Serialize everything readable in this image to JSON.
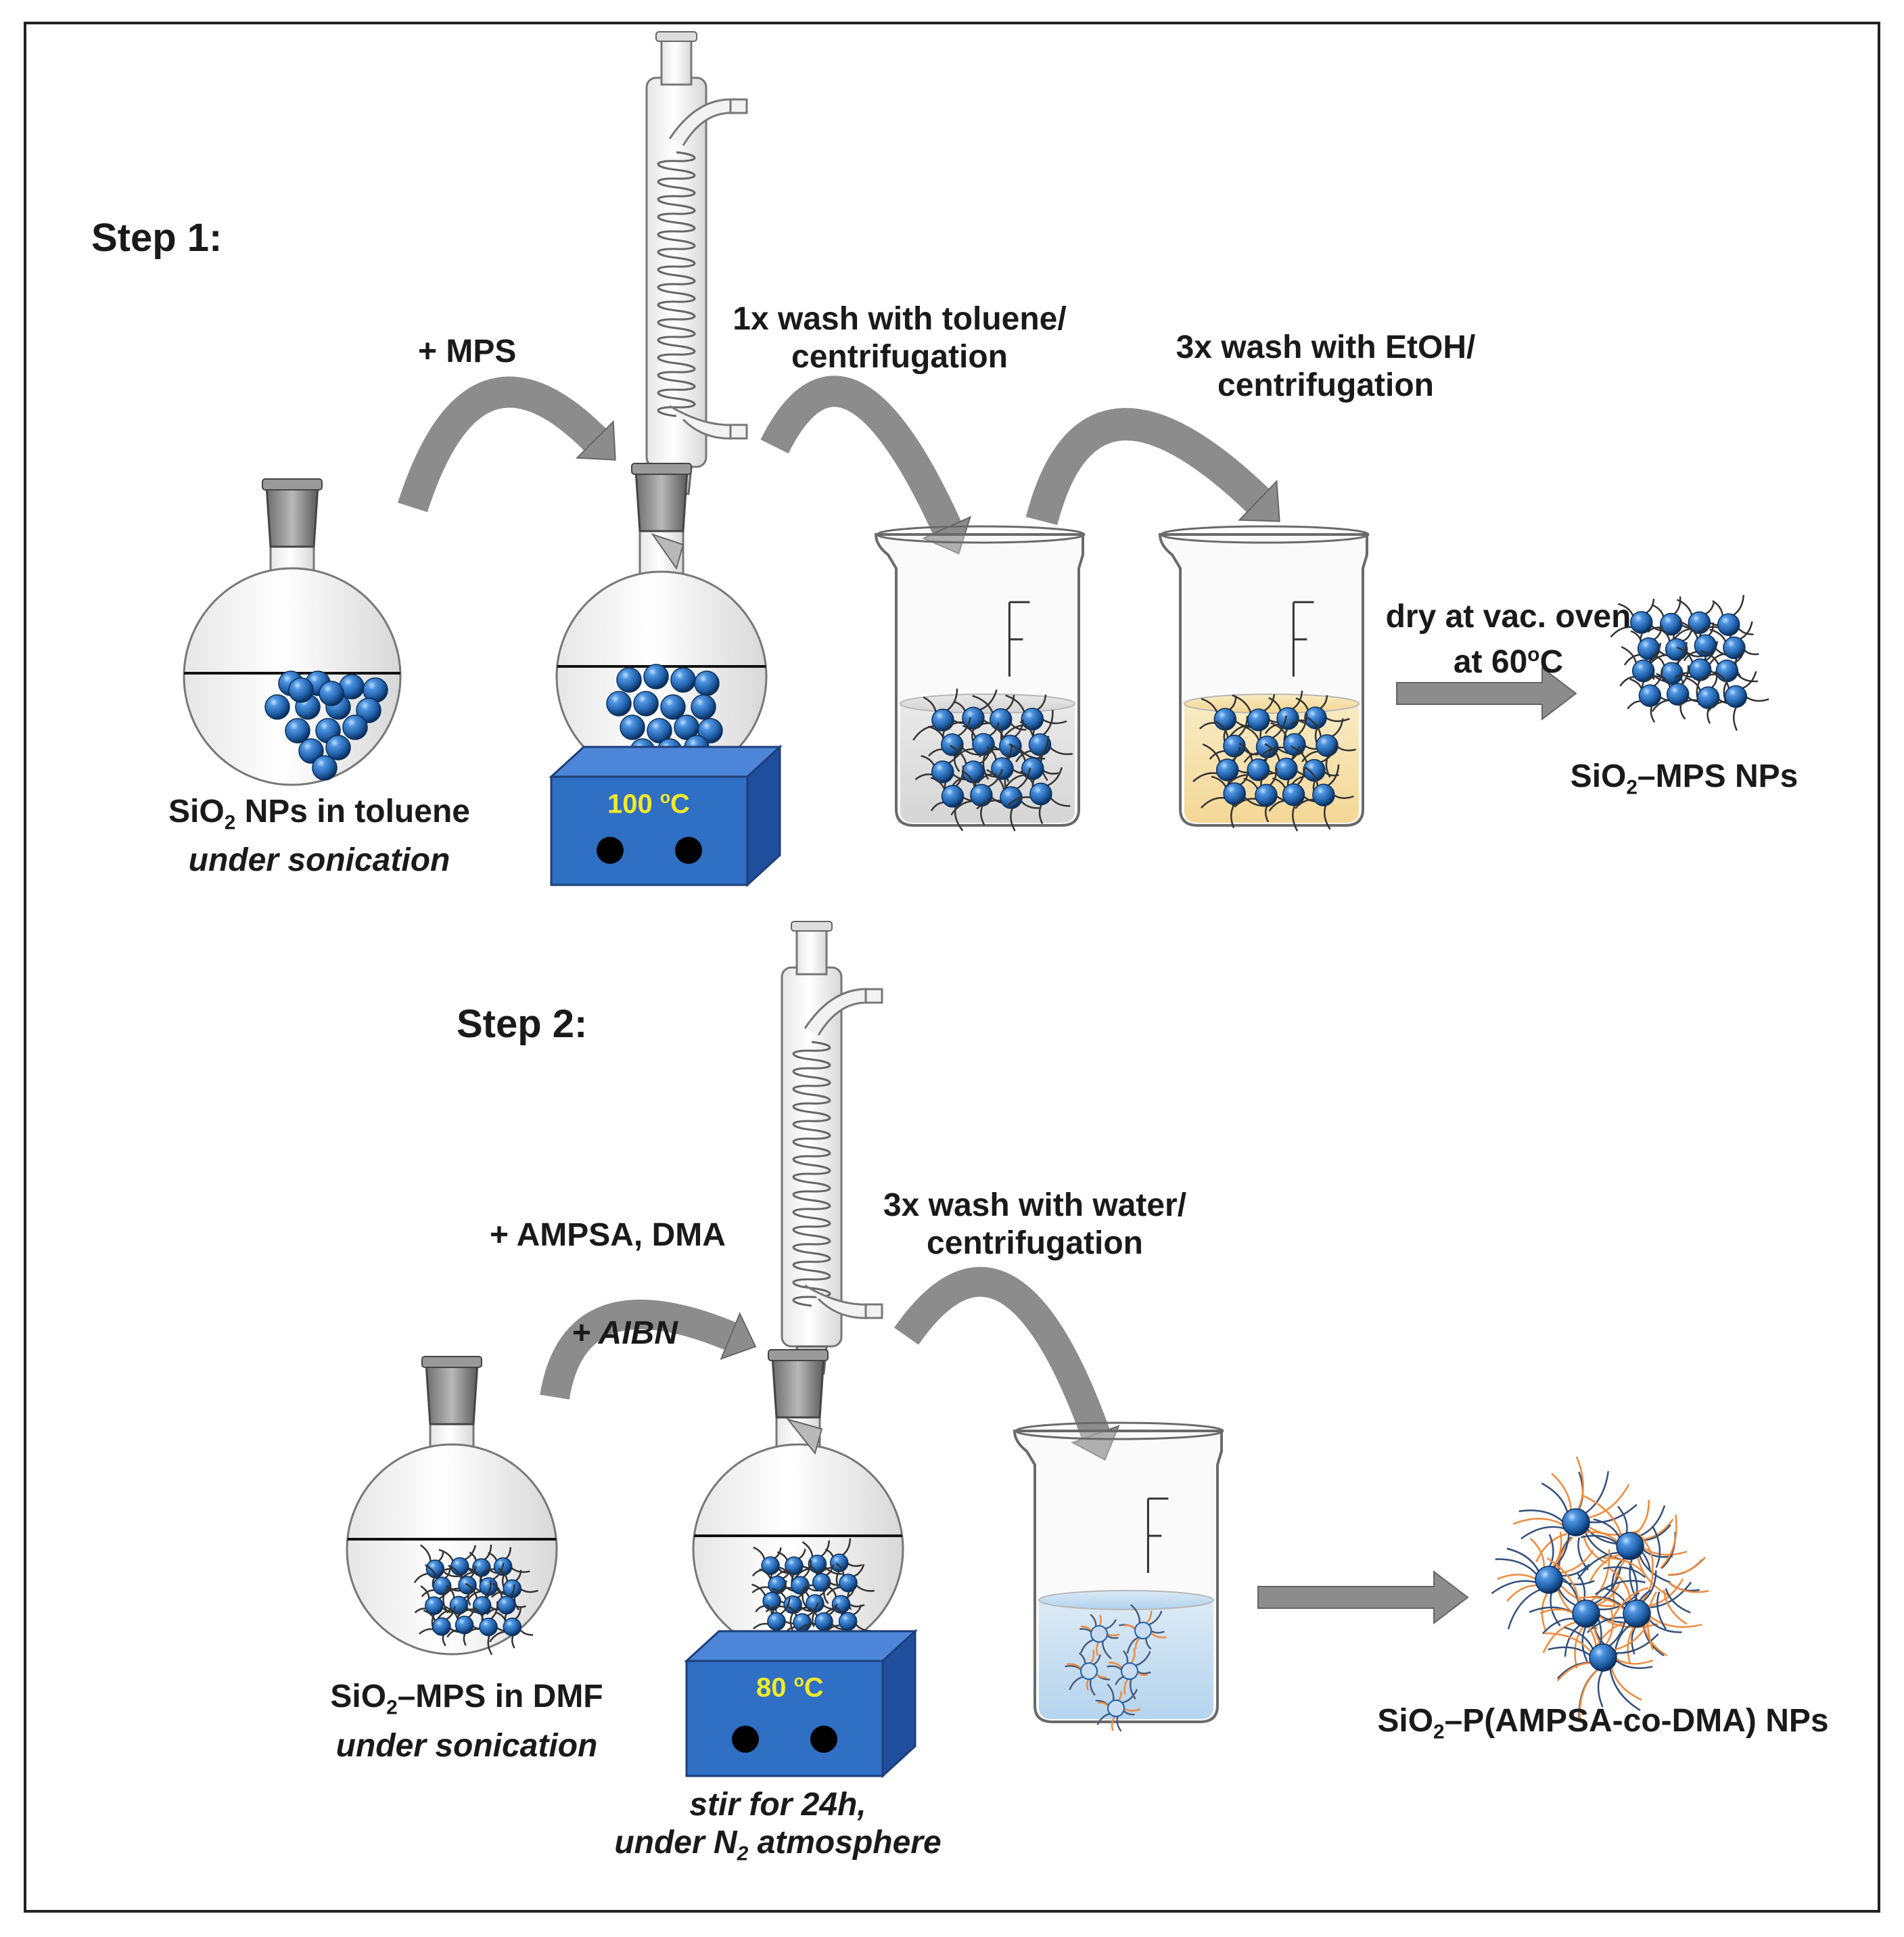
{
  "step1": {
    "title": "Step 1:",
    "add_mps": "+ MPS",
    "flask_label_sio": "SiO",
    "flask_label_sub": "2",
    "flask_label_rest": " NPs in toluene",
    "flask_sublabel": "under sonication",
    "heater_temp_num": "100 ",
    "heater_temp_deg": "o",
    "heater_temp_unit": "C",
    "wash1_line1": "1x wash with toluene/",
    "wash1_line2": "centrifugation",
    "wash2_line1": "3x wash with EtOH/",
    "wash2_line2": "centrifugation",
    "dry_line1": "dry at vac. oven",
    "dry_line2_pre": "at 60",
    "dry_line2_deg": "o",
    "dry_line2_unit": "C",
    "product_sio": "SiO",
    "product_sub": "2",
    "product_rest": "–MPS NPs"
  },
  "step2": {
    "title": "Step 2:",
    "add_monomers": "+ AMPSA, DMA",
    "add_initiator": "+ AIBN",
    "flask_label_sio": "SiO",
    "flask_label_sub": "2",
    "flask_label_rest": "–MPS in DMF",
    "flask_sublabel": "under sonication",
    "heater_temp_num": "80 ",
    "heater_temp_deg": "o",
    "heater_temp_unit": "C",
    "stir_line1": "stir for 24h,",
    "stir_line2_pre": "under N",
    "stir_line2_sub": "2",
    "stir_line2_post": " atmosphere",
    "wash_line1": "3x wash with water/",
    "wash_line2": "centrifugation",
    "product_sio": "SiO",
    "product_sub": "2",
    "product_rest": "–P(AMPSA-co-DMA) NPs"
  },
  "colors": {
    "particle": "#1f5fa8",
    "heater": "#2f6fc4",
    "arrow": "#8c8c8c",
    "toluene": "#d2d2d2",
    "ethanol": "#f9d27a",
    "water": "#a9d1f0",
    "chain_orange": "#f08a3c"
  }
}
